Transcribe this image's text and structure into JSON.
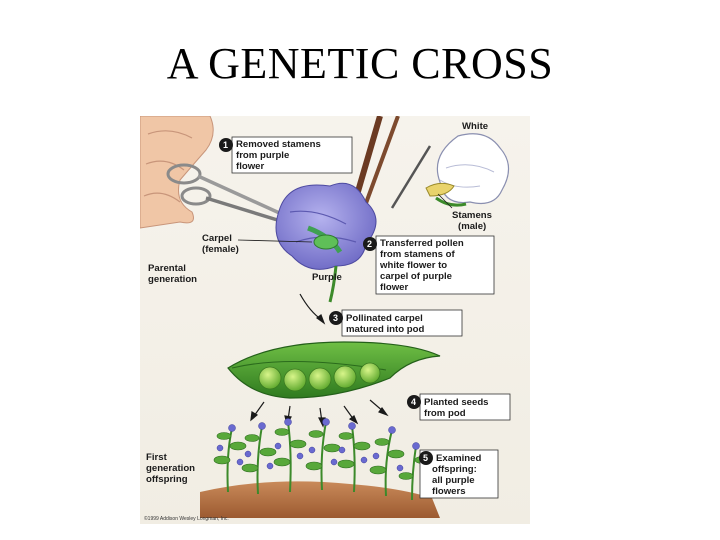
{
  "slide": {
    "title": "A GENETIC CROSS"
  },
  "figure": {
    "labels": {
      "white": "White",
      "stamens_1": "Stamens",
      "stamens_2": "(male)",
      "carpel_1": "Carpel",
      "carpel_2": "(female)",
      "parental_1": "Parental",
      "parental_2": "generation",
      "purple": "Purple",
      "first_gen_1": "First",
      "first_gen_2": "generation",
      "first_gen_3": "offspring"
    },
    "steps": [
      {
        "number": "1",
        "lines": [
          "Removed stamens",
          "from purple",
          "flower"
        ]
      },
      {
        "number": "2",
        "lines": [
          "Transferred pollen",
          "from stamens of",
          "white flower to",
          "carpel of purple",
          "flower"
        ]
      },
      {
        "number": "3",
        "lines": [
          "Pollinated carpel",
          "matured into pod"
        ]
      },
      {
        "number": "4",
        "lines": [
          "Planted seeds",
          "from pod"
        ]
      },
      {
        "number": "5",
        "lines": [
          "Examined",
          "offspring:",
          "all purple",
          "flowers"
        ]
      }
    ],
    "copyright": "©1999 Addison Wesley Longman, Inc.",
    "colors": {
      "background": "#f5f2ea",
      "purple_flower": "#8a86d6",
      "pea_pod": "#4a9a2e",
      "soil": "#b77447",
      "plant_flower": "#6a6ad0"
    }
  }
}
